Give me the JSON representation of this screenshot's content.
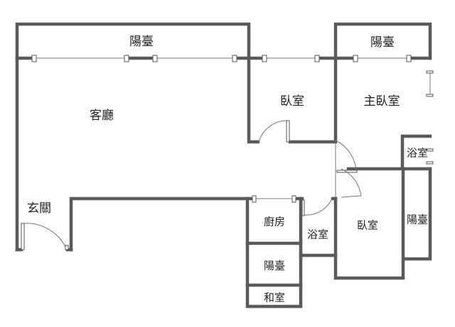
{
  "title": "Floor plan",
  "rooms": {
    "balcony_top_left": "陽臺",
    "living_room": "客廳",
    "bedroom_top": "臥室",
    "master_bedroom": "主臥室",
    "balcony_top_right": "陽臺",
    "master_bathroom": "浴室",
    "entrance": "玄關",
    "kitchen": "廚房",
    "bathroom": "浴室",
    "bedroom_bottom": "臥室",
    "balcony_right": "陽臺",
    "balcony_kitchen": "陽臺",
    "japanese_room": "和室"
  },
  "colors": {
    "wall": "#5a5a5a",
    "background": "#ffffff"
  }
}
